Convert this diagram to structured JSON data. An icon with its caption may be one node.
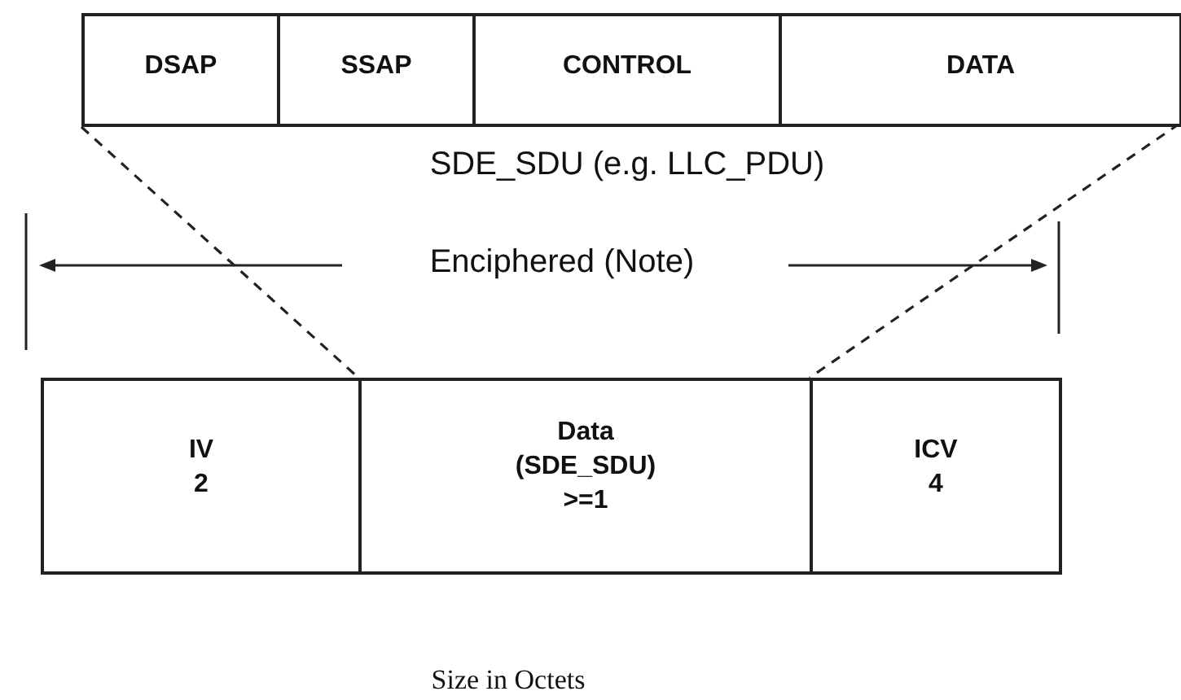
{
  "diagram": {
    "nodes": [
      {
        "text": [],
        "shape": "bar",
        "beside": [
          "SDE_SDU (e.g. LLC_PDU)"
        ]
      },
      {
        "text": [
          "DSAP"
        ],
        "in": 0
      },
      {
        "text": [
          "SSAP"
        ],
        "in": 0
      },
      {
        "text": [
          "CONTROL"
        ],
        "in": 0
      },
      {
        "text": [
          "DATA"
        ],
        "in": 0
      },
      {
        "text": [
          "IV",
          "2"
        ]
      },
      {
        "text": [
          "Data",
          "(SDE_SDU)",
          ">=1"
        ]
      },
      {
        "text": [
          "ICV",
          "4"
        ]
      }
    ],
    "edges": [
      {
        "from": 0,
        "to": 6,
        "arrow": "none",
        "style": "dashed"
      },
      {
        "from": 0,
        "to": 6,
        "arrow": "none",
        "style": "dashed"
      }
    ],
    "labels": [
      "Enciphered (Note)",
      "Size in Octets"
    ]
  }
}
